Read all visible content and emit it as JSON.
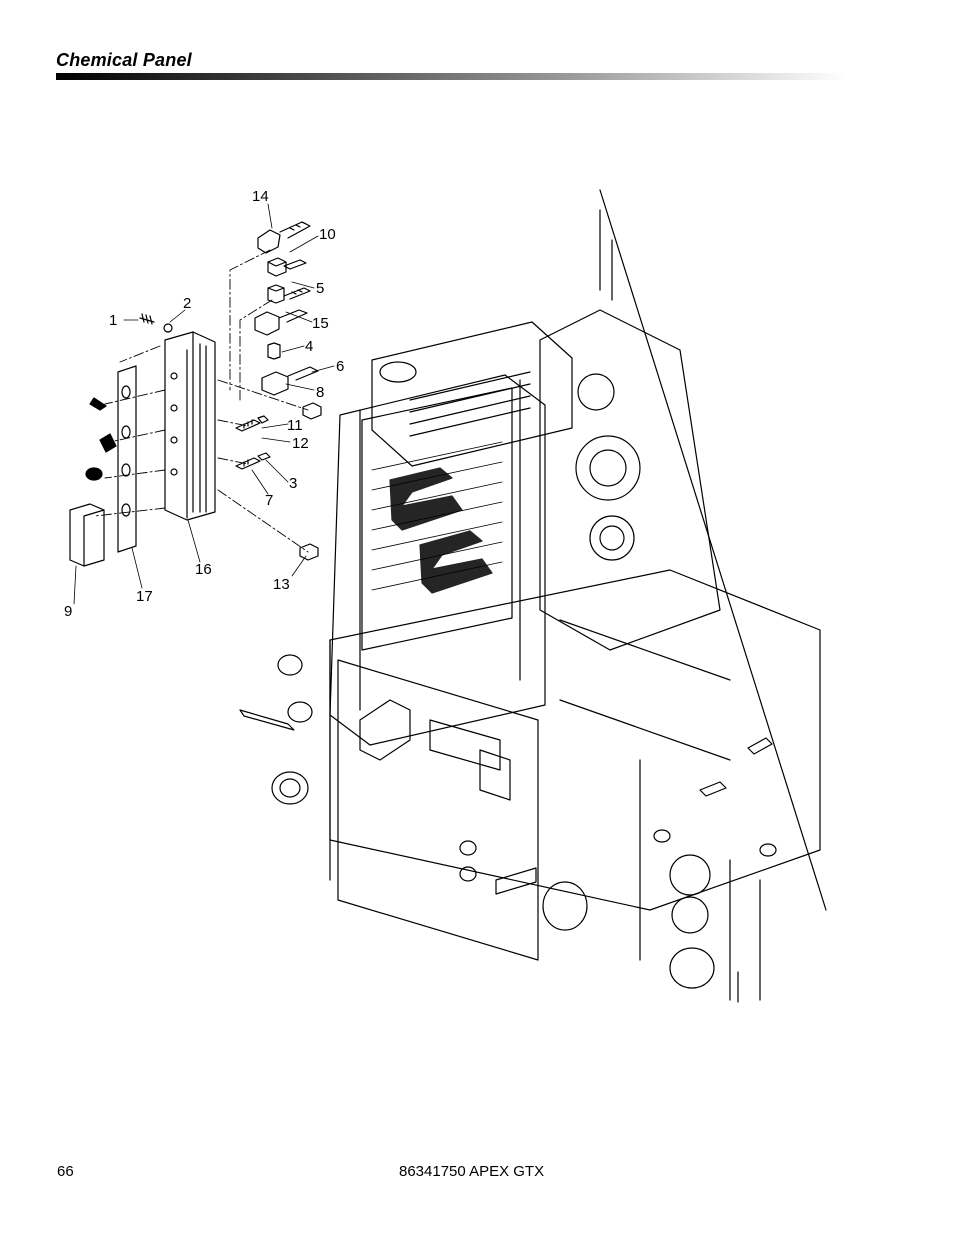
{
  "header": {
    "title": "Chemical Panel"
  },
  "callouts": {
    "c1": "1",
    "c2": "2",
    "c3": "3",
    "c4": "4",
    "c5": "5",
    "c6": "6",
    "c7": "7",
    "c8": "8",
    "c9": "9",
    "c10": "10",
    "c11": "11",
    "c12": "12",
    "c13": "13",
    "c14": "14",
    "c15": "15",
    "c16": "16",
    "c17": "17"
  },
  "footer": {
    "page_number": "66",
    "doc_id": "86341750  APEX GTX"
  }
}
